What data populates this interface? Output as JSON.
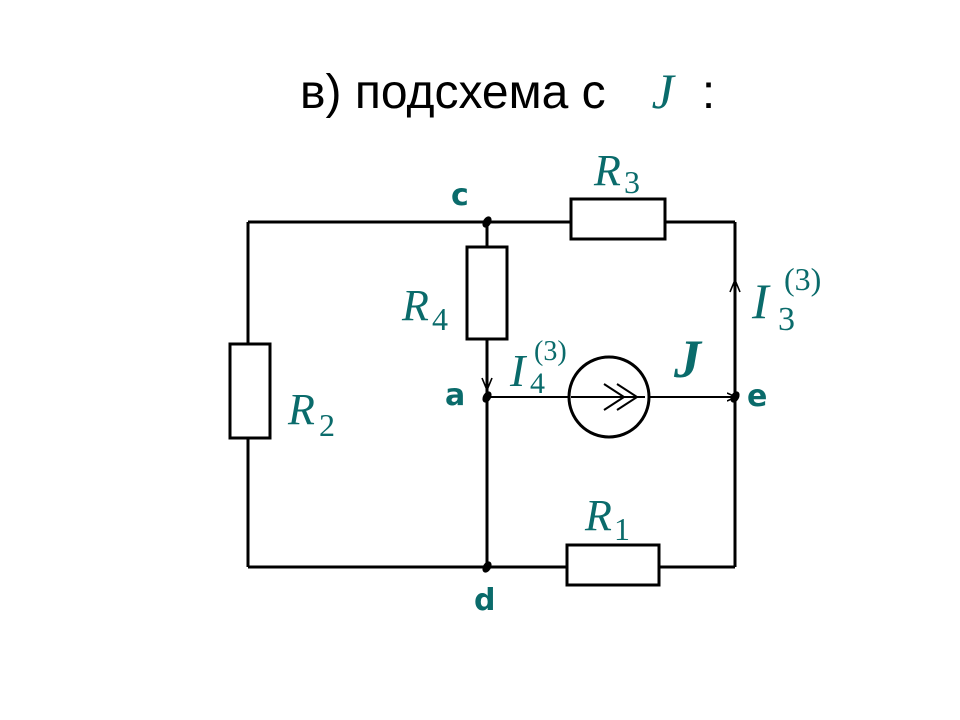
{
  "title": {
    "prefix": "в) подсхема с",
    "symbol": "J",
    "suffix": ":"
  },
  "nodes": {
    "a": "a",
    "c": "c",
    "d": "d",
    "e": "e"
  },
  "resistors": {
    "r1": {
      "main": "R",
      "sub": "1"
    },
    "r2": {
      "main": "R",
      "sub": "2"
    },
    "r3": {
      "main": "R",
      "sub": "3"
    },
    "r4": {
      "main": "R",
      "sub": "4"
    }
  },
  "currents": {
    "i3": {
      "main": "I",
      "sub": "3",
      "sup": "(3)"
    },
    "i4": {
      "main": "I",
      "sub": "4",
      "sup": "(3)"
    }
  },
  "source": {
    "label": "J"
  },
  "colors": {
    "accent": "#0a6b6b",
    "wire": "#000000"
  }
}
